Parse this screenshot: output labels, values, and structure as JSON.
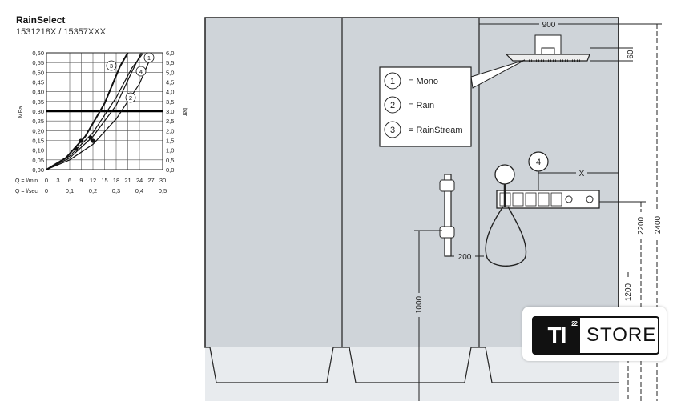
{
  "product": {
    "title": "RainSelect",
    "codes": "1531218X / 15357XXX"
  },
  "chart": {
    "left_unit": "MPa",
    "right_unit": "bar",
    "mpa_ticks": [
      "0,60",
      "0,55",
      "0,50",
      "0,45",
      "0,40",
      "0,35",
      "0,30",
      "0,25",
      "0,20",
      "0,15",
      "0,10",
      "0,05",
      "0,00"
    ],
    "bar_ticks": [
      "6,0",
      "5,5",
      "5,0",
      "4,5",
      "4,0",
      "3,5",
      "3,0",
      "2,5",
      "2,0",
      "1,5",
      "1,0",
      "0,5",
      "0,0"
    ],
    "flow_min_label": "Q = l/min",
    "flow_min_ticks": [
      "0",
      "3",
      "6",
      "9",
      "12",
      "15",
      "18",
      "21",
      "24",
      "27",
      "30"
    ],
    "flow_sec_label": "Q = l/sec",
    "flow_sec_ticks": [
      "0",
      "0,1",
      "0,2",
      "0,3",
      "0,4",
      "0,5"
    ],
    "curve_labels": [
      "1",
      "2",
      "3",
      "4"
    ]
  },
  "chart_data": {
    "type": "line",
    "title": "",
    "xlabel": "Q = l/min",
    "ylabel": "MPa",
    "xlim": [
      0,
      30
    ],
    "ylim": [
      0,
      0.6
    ],
    "grid": true,
    "reference_line_y": 0.3,
    "series": [
      {
        "name": "1",
        "x": [
          0,
          6,
          12,
          18,
          22,
          24.5
        ],
        "y": [
          0,
          0.06,
          0.17,
          0.33,
          0.5,
          0.6
        ]
      },
      {
        "name": "2",
        "x": [
          0,
          6,
          12,
          18,
          24,
          27
        ],
        "y": [
          0,
          0.05,
          0.13,
          0.26,
          0.44,
          0.58
        ]
      },
      {
        "name": "3",
        "x": [
          0,
          5,
          10,
          15,
          19,
          21
        ],
        "y": [
          0,
          0.06,
          0.17,
          0.34,
          0.53,
          0.6
        ]
      },
      {
        "name": "4",
        "x": [
          0,
          6,
          12,
          18,
          22,
          25
        ],
        "y": [
          0,
          0.07,
          0.19,
          0.37,
          0.52,
          0.62
        ]
      }
    ]
  },
  "legend": {
    "items": [
      {
        "num": "1",
        "label": "= Mono"
      },
      {
        "num": "2",
        "label": "= Rain"
      },
      {
        "num": "3",
        "label": "= RainStream"
      }
    ]
  },
  "drawing": {
    "dim_900": "900",
    "dim_60": "60",
    "dim_x": "X",
    "dim_200": "200",
    "dim_1000": "1000",
    "dim_1200": "1200",
    "dim_2200": "2200",
    "dim_2400": "2400",
    "marker_4": "4"
  },
  "logo": {
    "brand": "TI",
    "sup": "22",
    "store": "STORE"
  },
  "colors": {
    "wall": "#cfd4d9",
    "floor": "#e8ebee",
    "line": "#222222",
    "reference": "#000000"
  }
}
